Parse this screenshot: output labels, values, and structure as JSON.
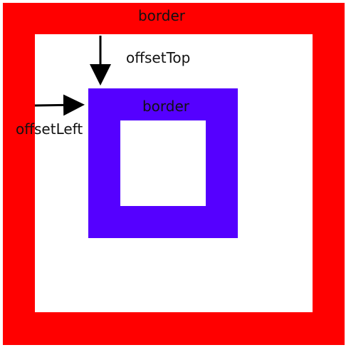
{
  "diagram": {
    "outer_box": {
      "label": "border",
      "border_color": "#ff0000",
      "fill_color": "#ffffff"
    },
    "inner_box": {
      "label": "border",
      "border_color": "#5500ff",
      "fill_color": "#ffffff"
    },
    "arrows": {
      "top": {
        "label": "offsetTop",
        "icon": "arrow-down-icon",
        "color": "#000000"
      },
      "left": {
        "label": "offsetLeft",
        "icon": "arrow-right-icon",
        "color": "#000000"
      }
    }
  }
}
